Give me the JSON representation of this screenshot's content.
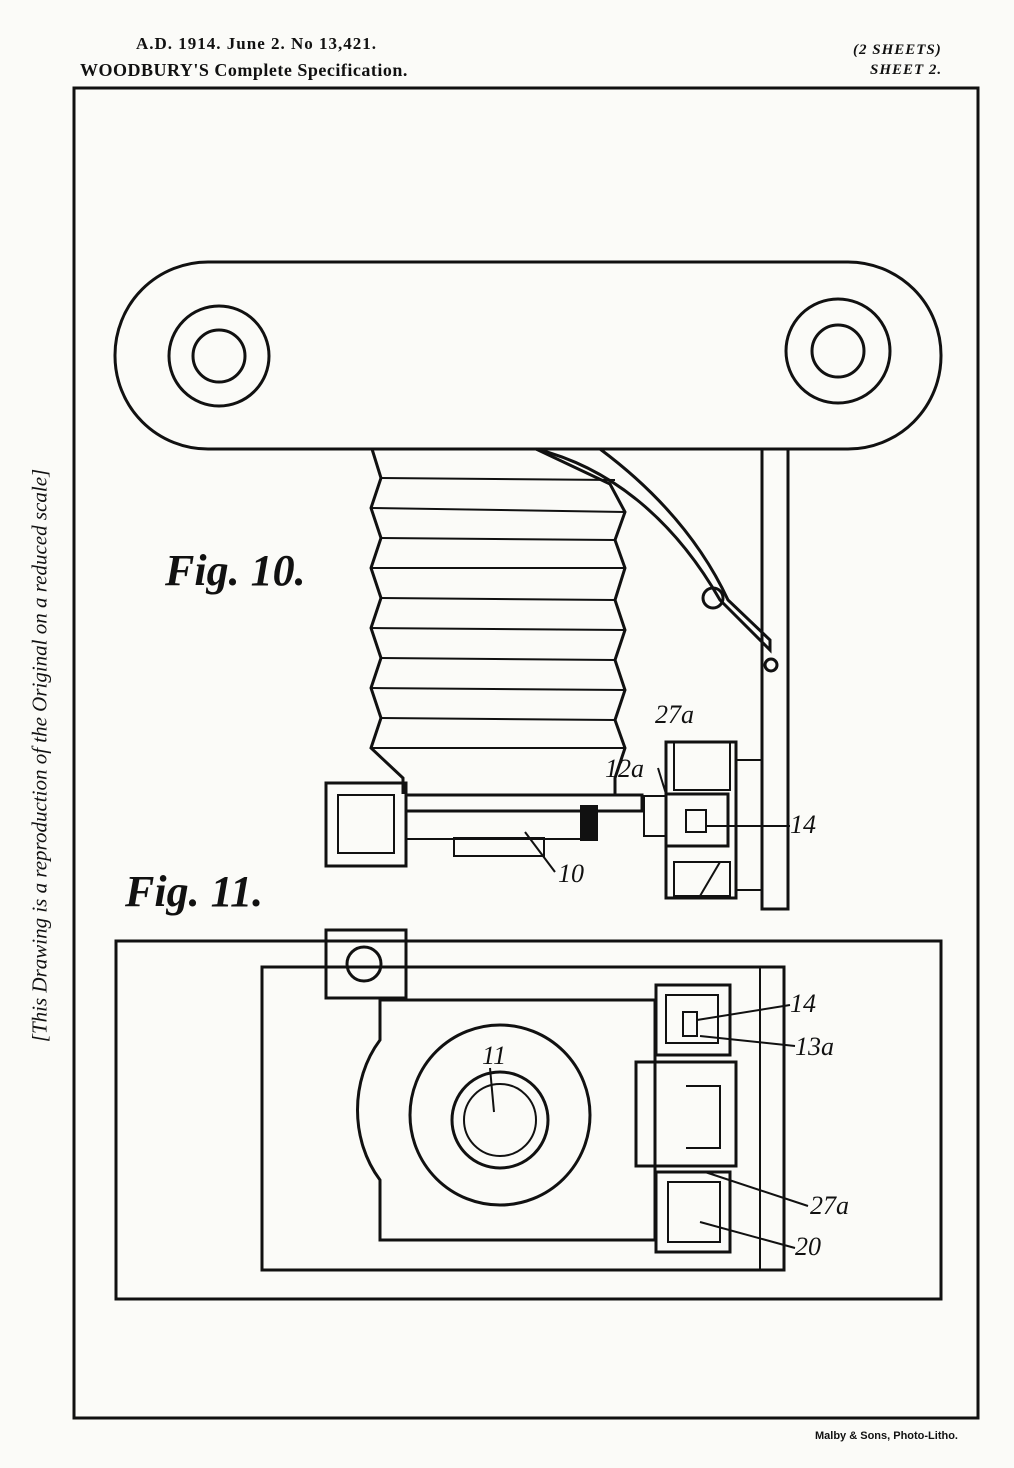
{
  "header": {
    "line1": "A.D. 1914. June 2. No 13,421.",
    "line2": "WOODBURY'S Complete Specification.",
    "sheets": "(2 SHEETS)",
    "sheet_no": "SHEET 2."
  },
  "side_note": "[This Drawing is a reproduction of the Original on a reduced scale]",
  "figures": {
    "fig10": {
      "label": "Fig. 10.",
      "refs": {
        "r27a": "27a",
        "r12a": "12a",
        "r14": "14",
        "r10": "10"
      }
    },
    "fig11": {
      "label": "Fig. 11.",
      "refs": {
        "r14": "14",
        "r13a": "13a",
        "r11": "11",
        "r27a": "27a",
        "r20": "20"
      }
    }
  },
  "printer": "Malby & Sons, Photo-Litho."
}
